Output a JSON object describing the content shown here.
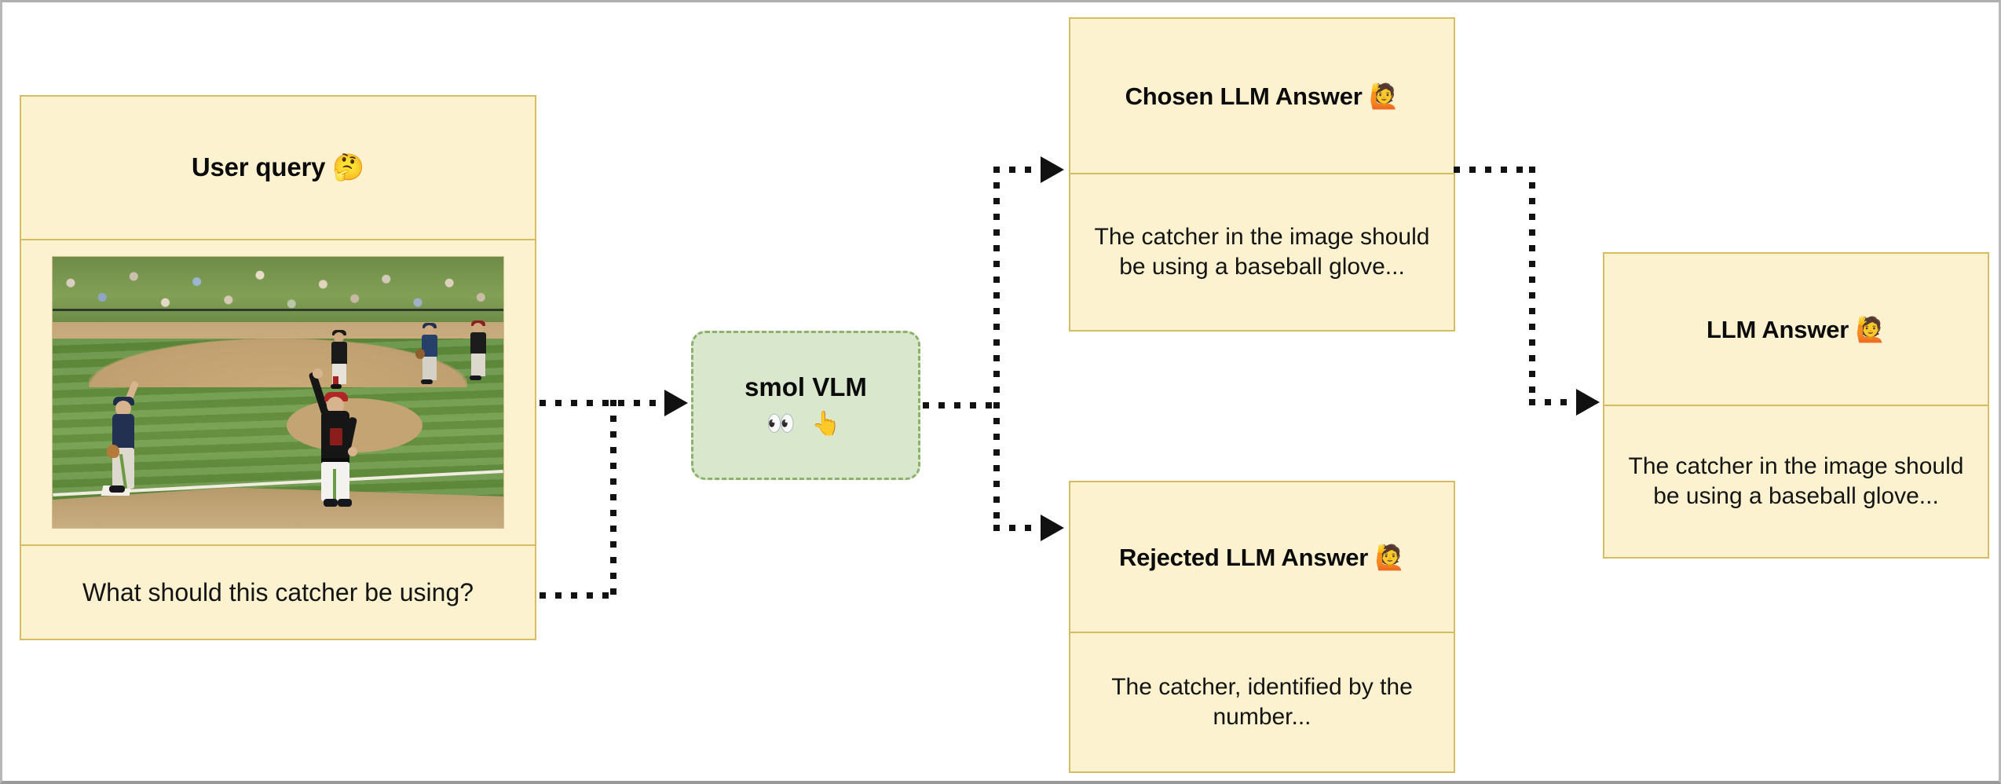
{
  "diagram": {
    "title": "VLM preference pipeline",
    "colors": {
      "node_fill": "#fcf2cf",
      "node_border": "#d6bc62",
      "vlm_fill": "#d9e7cd",
      "vlm_border": "#8bb26a",
      "connector": "#121212",
      "canvas": "#ffffff"
    },
    "nodes": {
      "user_query": {
        "header": "User query 🤔",
        "question": "What should this catcher be using?",
        "image_alt": "Baseball game photo: players on an infield, one with raised arm, crowd in background"
      },
      "smol_vlm": {
        "title": "smol VLM",
        "emoji": "👀 👆"
      },
      "chosen": {
        "header": "Chosen LLM Answer 🙋",
        "body": "The catcher in the image should be using a baseball glove..."
      },
      "rejected": {
        "header": "Rejected LLM Answer 🙋",
        "body": "The catcher, identified by the number..."
      },
      "llm_answer": {
        "header": "LLM Answer 🙋",
        "body": "The catcher in the image should be using a baseball glove..."
      }
    },
    "edges": [
      {
        "from": "user_query.image",
        "to": "smol_vlm",
        "style": "dotted-arrow"
      },
      {
        "from": "user_query.question",
        "to": "smol_vlm",
        "style": "dotted-arrow"
      },
      {
        "from": "smol_vlm",
        "to": "chosen",
        "style": "dotted-arrow"
      },
      {
        "from": "smol_vlm",
        "to": "rejected",
        "style": "dotted-arrow"
      },
      {
        "from": "chosen",
        "to": "llm_answer",
        "style": "dotted-arrow"
      }
    ]
  }
}
